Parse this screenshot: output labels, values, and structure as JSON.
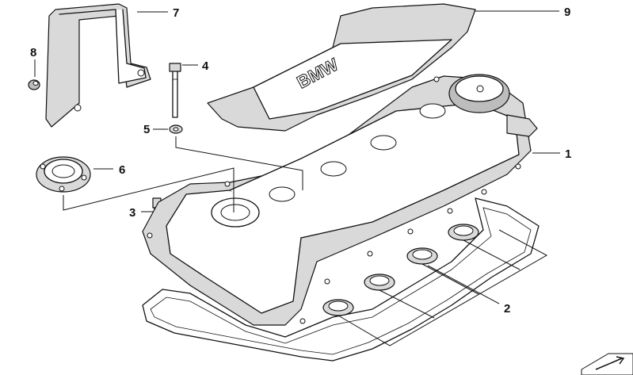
{
  "callouts": [
    {
      "id": "1",
      "label": "1"
    },
    {
      "id": "2",
      "label": "2"
    },
    {
      "id": "3",
      "label": "3"
    },
    {
      "id": "4",
      "label": "4"
    },
    {
      "id": "5",
      "label": "5"
    },
    {
      "id": "6",
      "label": "6"
    },
    {
      "id": "7",
      "label": "7"
    },
    {
      "id": "8",
      "label": "8"
    },
    {
      "id": "9",
      "label": "9"
    }
  ],
  "cover_logo": "BMW",
  "colors": {
    "line": "#111111",
    "shade": "#d9d9d9",
    "shade_dark": "#bdbdbd",
    "background": "#ffffff"
  }
}
